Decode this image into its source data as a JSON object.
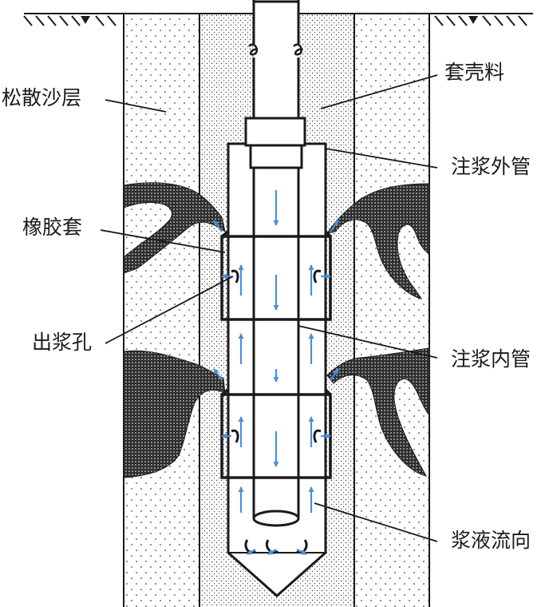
{
  "labels": {
    "loose_sand": "松散沙层",
    "sleeve_material": "套壳料",
    "outer_pipe": "注浆外管",
    "rubber_sleeve": "橡胶套",
    "grout_hole": "出浆孔",
    "inner_pipe": "注浆内管",
    "grout_flow": "浆液流向"
  },
  "colors": {
    "line": "#1a1a1a",
    "arrow": "#4a90d9",
    "dot": "#444444",
    "grout": "#333333"
  }
}
